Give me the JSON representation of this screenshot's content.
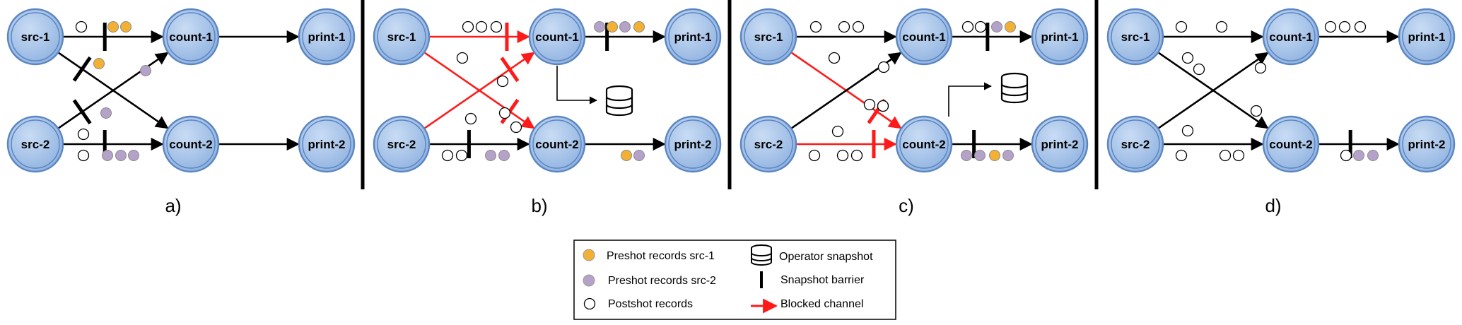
{
  "panels": [
    {
      "label": "a)",
      "nodes": {
        "src1": "src-1",
        "src2": "src-2",
        "count1": "count-1",
        "count2": "count-2",
        "print1": "print-1",
        "print2": "print-2"
      },
      "records": {
        "s1c1": [
          "post",
          "pre1",
          "pre1"
        ],
        "s1c2": [
          "pre1"
        ],
        "s2c1": [
          "pre2",
          "pre2"
        ],
        "s2c2": [
          "post",
          "post",
          "pre2",
          "pre2",
          "pre2"
        ],
        "c1p1": [],
        "c2p2": []
      }
    },
    {
      "label": "b)",
      "nodes": {
        "src1": "src-1",
        "src2": "src-2",
        "count1": "count-1",
        "count2": "count-2",
        "print1": "print-1",
        "print2": "print-2"
      },
      "records": {
        "s1c1": [
          "post",
          "post",
          "post"
        ],
        "s1c2": [
          "post",
          "post"
        ],
        "s2c1": [
          "post",
          "post",
          "post"
        ],
        "s2c2": [
          "post",
          "post",
          "pre2",
          "pre2"
        ],
        "c1p1": [
          "pre2",
          "pre1",
          "pre2",
          "pre1"
        ],
        "c2p2": [
          "pre1",
          "pre2"
        ]
      }
    },
    {
      "label": "c)",
      "nodes": {
        "src1": "src-1",
        "src2": "src-2",
        "count1": "count-1",
        "count2": "count-2",
        "print1": "print-1",
        "print2": "print-2"
      },
      "records": {
        "s1c1": [
          "post",
          "post",
          "post"
        ],
        "s1c2": [
          "post",
          "post",
          "post"
        ],
        "s2c1": [
          "post",
          "post",
          "post"
        ],
        "s2c2": [
          "post",
          "post",
          "post"
        ],
        "c1p1": [
          "post",
          "post",
          "pre2",
          "pre1"
        ],
        "c2p2": [
          "pre2",
          "pre2",
          "pre1",
          "pre2"
        ]
      }
    },
    {
      "label": "d)",
      "nodes": {
        "src1": "src-1",
        "src2": "src-2",
        "count1": "count-1",
        "count2": "count-2",
        "print1": "print-1",
        "print2": "print-2"
      },
      "records": {
        "s1c1": [
          "post",
          "post"
        ],
        "s1c2": [
          "post",
          "post",
          "post"
        ],
        "s2c1": [
          "post",
          "post"
        ],
        "s2c2": [
          "post",
          "post",
          "post"
        ],
        "c1p1": [
          "post",
          "post",
          "post"
        ],
        "c2p2": [
          "post",
          "pre2",
          "pre2"
        ]
      }
    }
  ],
  "legend": {
    "preshot_src1": "Preshot records src-1",
    "preshot_src2": "Preshot records src-2",
    "postshot": "Postshot records",
    "operator_snapshot": "Operator snapshot",
    "snapshot_barrier": "Snapshot barrier",
    "blocked_channel": "Blocked channel"
  },
  "colors": {
    "node_fill": "#a9c6ea",
    "node_stroke": "#5b86c2",
    "pre1": "#f2b134",
    "pre2": "#b4a2c8",
    "post": "#ffffff",
    "blocked": "#ff1a1a",
    "edge": "#000000"
  }
}
